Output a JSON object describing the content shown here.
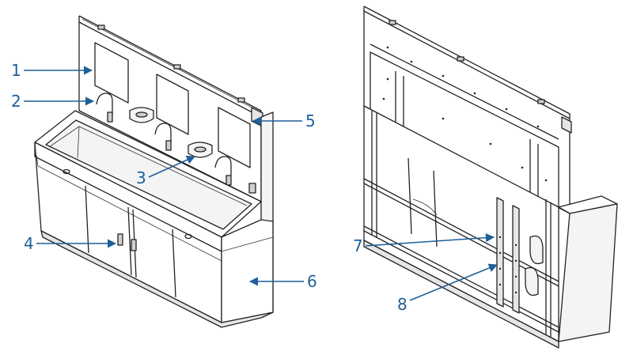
{
  "callouts": [
    {
      "id": "1",
      "label": "1"
    },
    {
      "id": "2",
      "label": "2"
    },
    {
      "id": "3",
      "label": "3"
    },
    {
      "id": "4",
      "label": "4"
    },
    {
      "id": "5",
      "label": "5"
    },
    {
      "id": "6",
      "label": "6"
    },
    {
      "id": "7",
      "label": "7"
    },
    {
      "id": "8",
      "label": "8"
    }
  ],
  "colors": {
    "callout": "#1f5f9a",
    "line": "#222222"
  }
}
